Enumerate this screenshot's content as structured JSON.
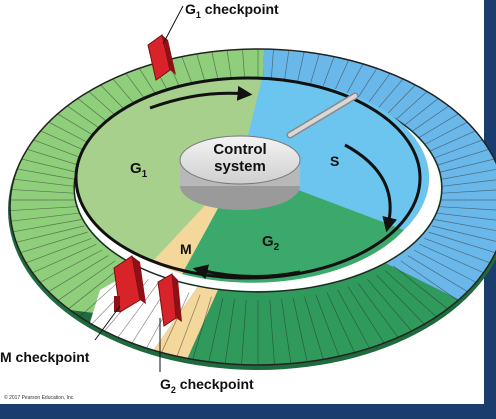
{
  "diagram": {
    "labels": {
      "g1_checkpoint": {
        "main": "G",
        "sub": "1",
        "rest": " checkpoint"
      },
      "g2_checkpoint": {
        "main": "G",
        "sub": "2",
        "rest": " checkpoint"
      },
      "m_checkpoint": "M checkpoint",
      "control_system_line1": "Control",
      "control_system_line2": "system",
      "phase_g1": {
        "main": "G",
        "sub": "1"
      },
      "phase_g2": {
        "main": "G",
        "sub": "2"
      },
      "phase_s": "S",
      "phase_m": "M"
    },
    "credit": "© 2017 Pearson Education, Inc.",
    "colors": {
      "background": "#1a3d6e",
      "g1": "#a8d08d",
      "s": "#6cc5ee",
      "g2": "#3aa96b",
      "m": "#f4d79a",
      "ring_green": "#8fce7a",
      "ring_blue": "#6ab8ea",
      "ring_teal": "#2f9a5c",
      "checkpoint_red": "#d8232a"
    }
  }
}
